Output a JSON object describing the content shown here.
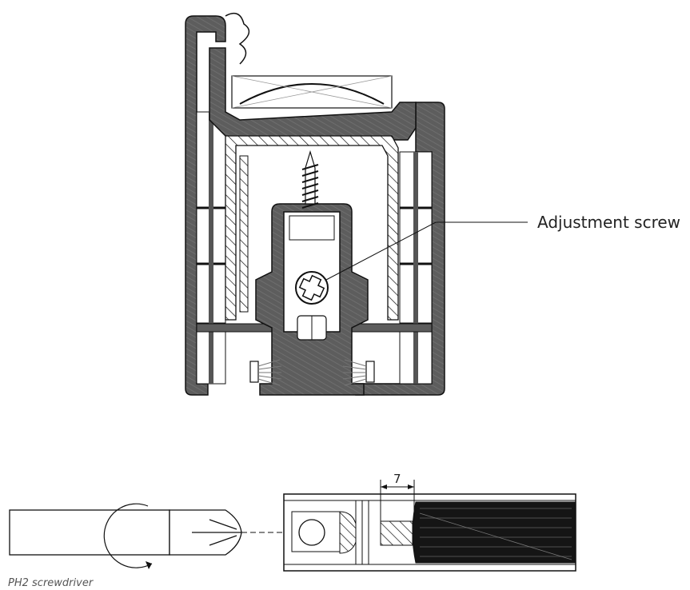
{
  "labels": {
    "adjustment_screw": "Adjustment screw",
    "screwdriver": "PH2 screwdriver",
    "dimension": "7"
  },
  "colors": {
    "profile": "#5a5a5a",
    "line": "#111111",
    "background": "#ffffff"
  }
}
